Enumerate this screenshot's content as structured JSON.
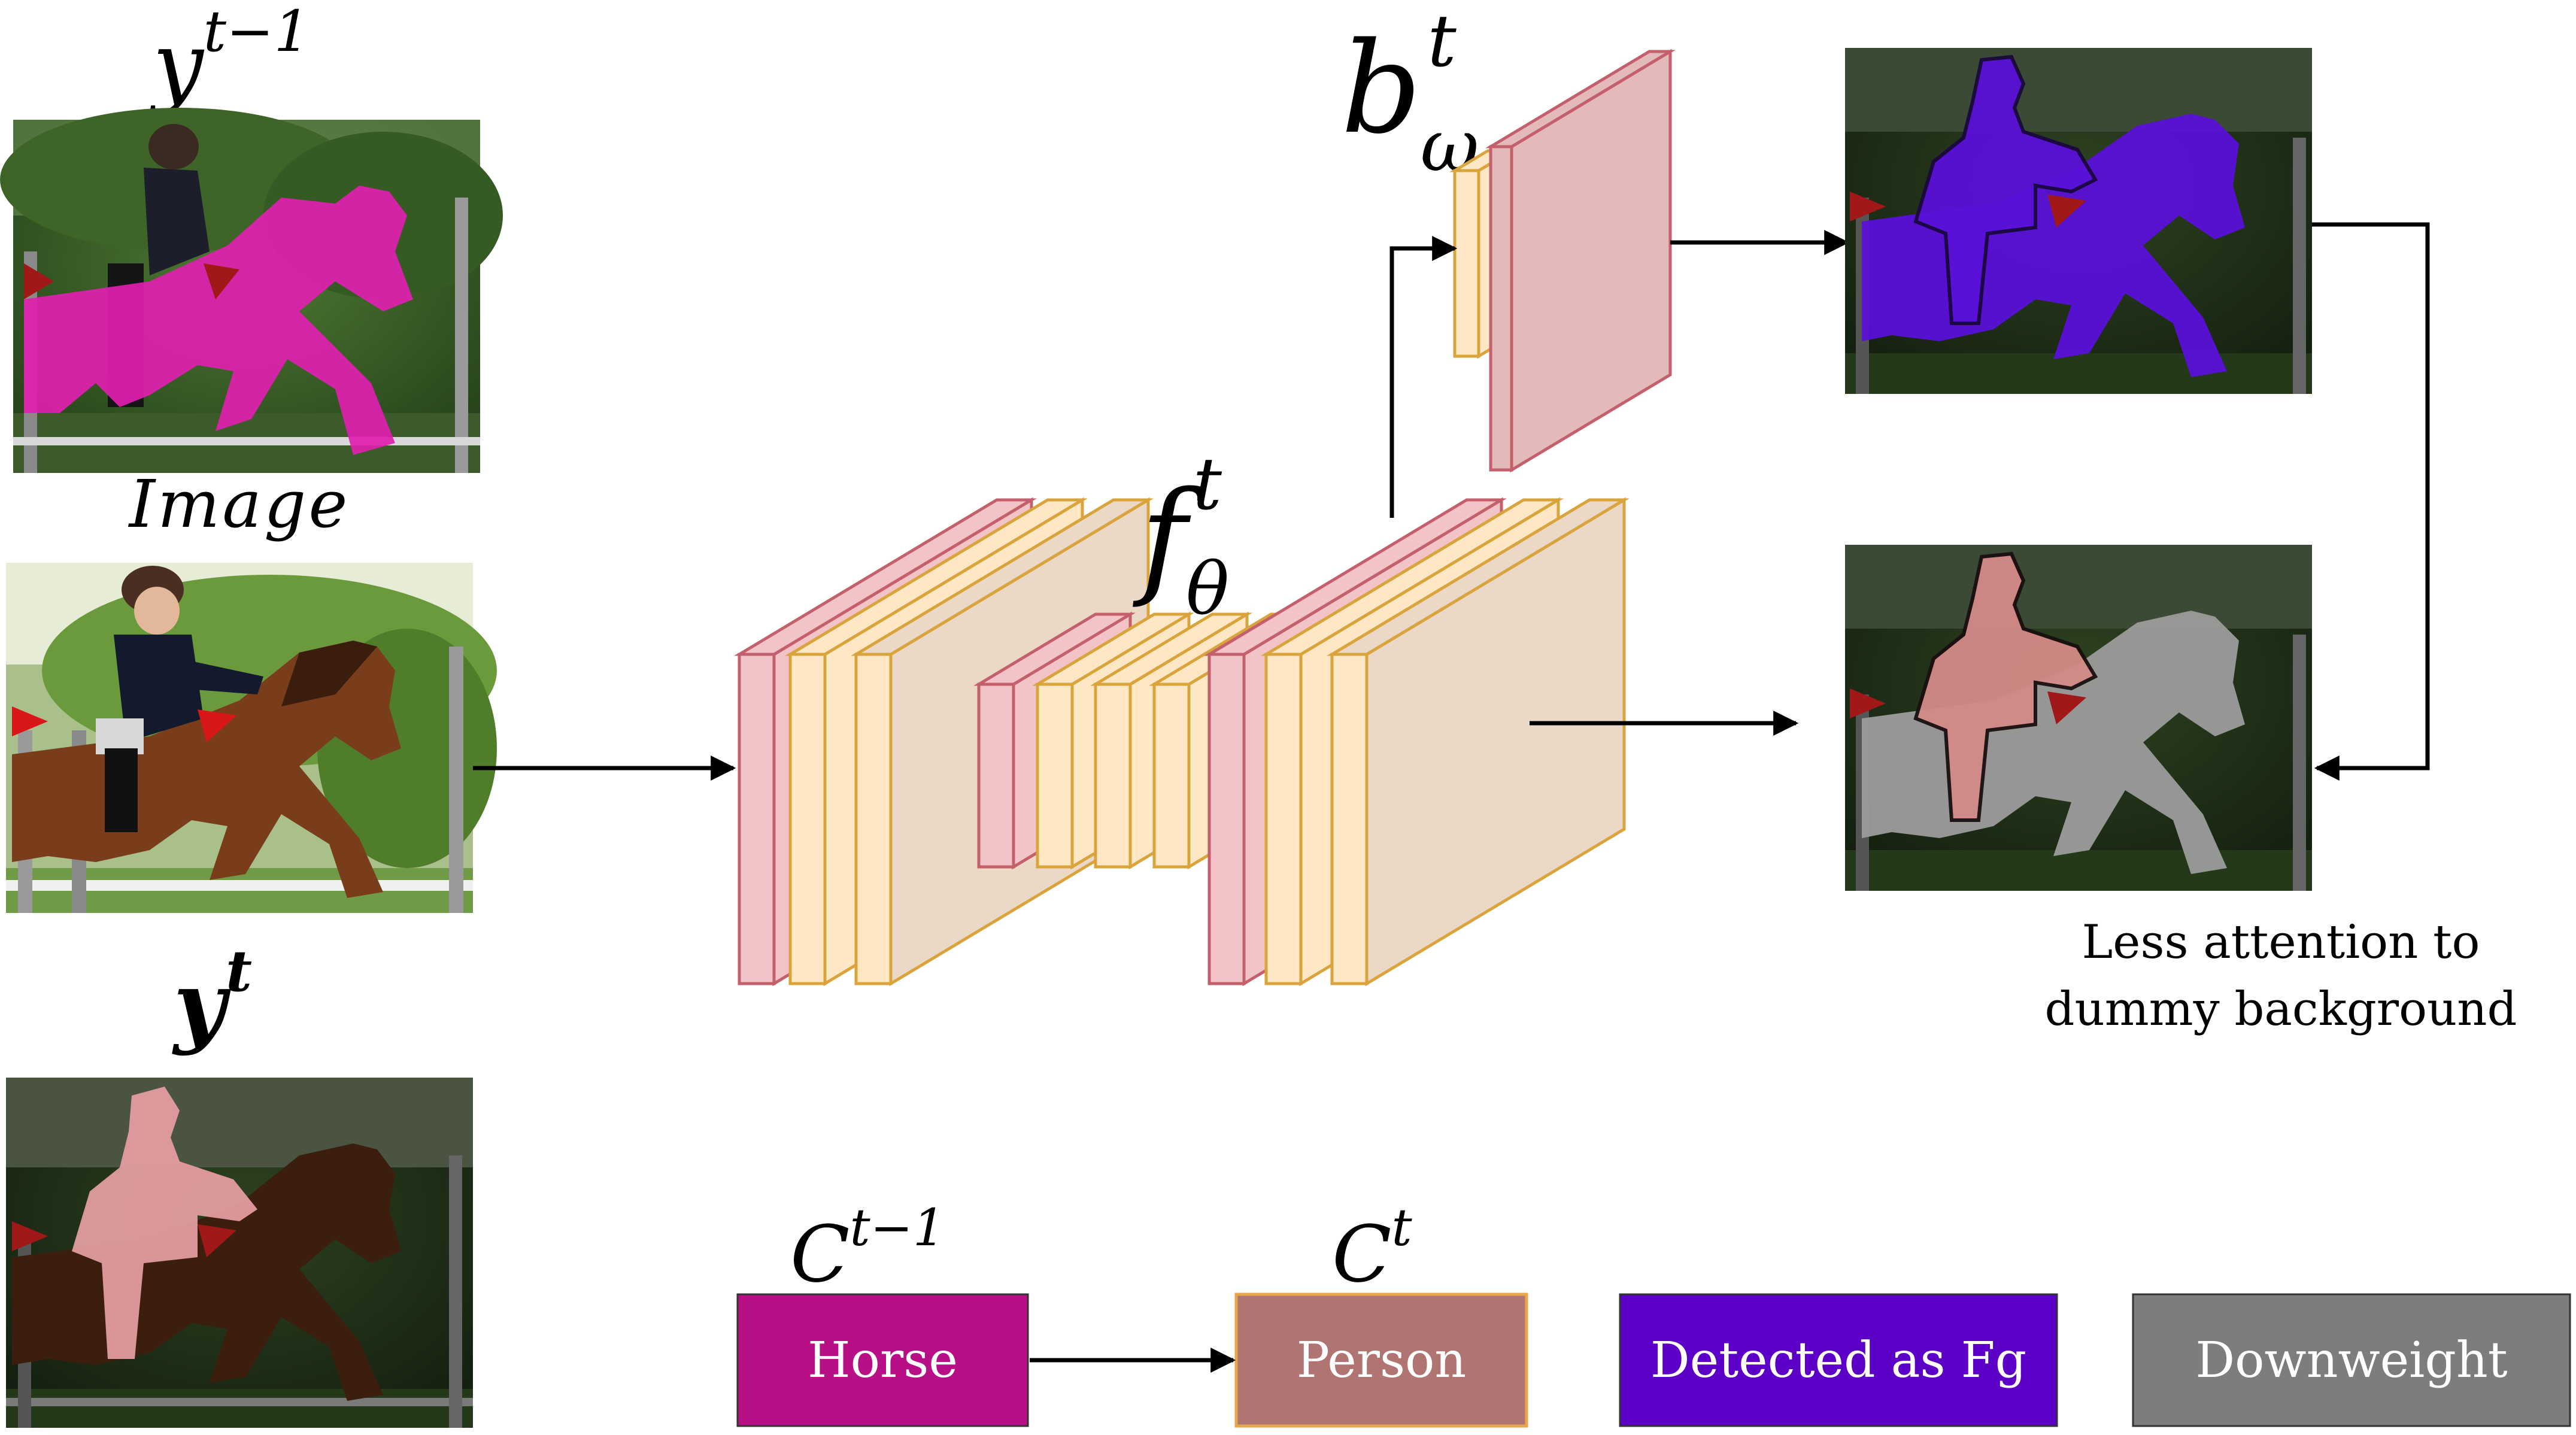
{
  "labels": {
    "y_prev": {
      "base": "y",
      "sup": "t−1"
    },
    "image": "Image",
    "y_curr": {
      "base": "y",
      "sup": "t"
    },
    "f_theta": {
      "base": "f",
      "sup": "t",
      "sub": "θ"
    },
    "b_omega": {
      "base": "b",
      "sup": "t",
      "sub": "ω"
    },
    "attention_note": [
      "Less attention to",
      "dummy background"
    ],
    "c_prev": {
      "base": "C",
      "sup": "t−1"
    },
    "c_curr": {
      "base": "C",
      "sup": "t"
    }
  },
  "legend": [
    {
      "label": "Horse",
      "color": "#b80f86"
    },
    {
      "label": "Person",
      "color": "#b07473"
    },
    {
      "label": "Detected as Fg",
      "color": "#5c00c7"
    },
    {
      "label": "Downweight",
      "color": "#7d7d7d"
    }
  ],
  "colors": {
    "layer_pink_fill": "#f3c4c7",
    "layer_pink_stroke": "#c4606c",
    "layer_yellow_fill": "#fde7c4",
    "layer_yellow_stroke": "#d9a43c",
    "layer_tan_fill": "#ecd8c6",
    "head_fill": "#e4b9ba",
    "arrow": "#000000"
  }
}
